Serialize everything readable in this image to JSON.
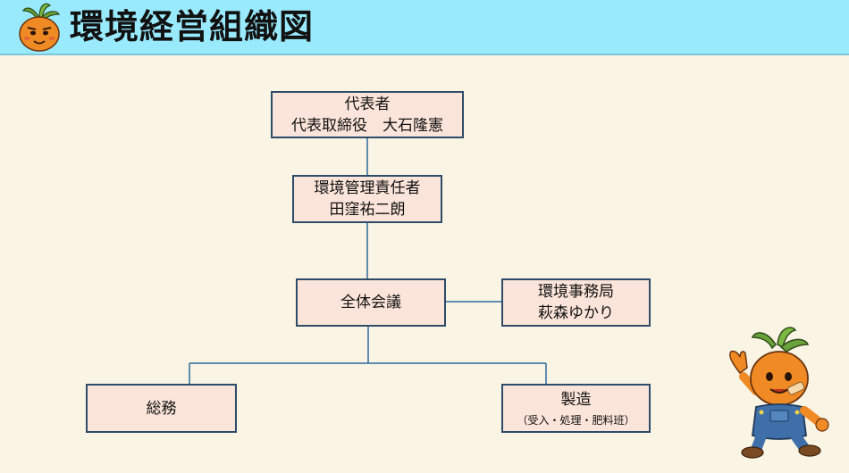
{
  "header": {
    "title": "環境経営組織図",
    "logo_icon": "carrot-mascot-icon",
    "background_color": "#98eafc"
  },
  "org": {
    "representative": {
      "line1": "代表者",
      "line2": "代表取締役　大石隆憲"
    },
    "env_manager": {
      "line1": "環境管理責任者",
      "line2": "田窪祐二朗"
    },
    "general_meeting": {
      "line1": "全体会議"
    },
    "env_office": {
      "line1": "環境事務局",
      "line2": "萩森ゆかり"
    },
    "general_affairs": {
      "line1": "総務"
    },
    "manufacturing": {
      "line1": "製造",
      "sub": "（受入・処理・肥料班）"
    }
  },
  "decor": {
    "mascot_icon": "carrot-mascot-waving-icon"
  },
  "colors": {
    "box_fill": "#fbe4d9",
    "box_border": "#2e4c6a",
    "line": "#2e6a9e",
    "page_bg": "#f9f4e3"
  }
}
